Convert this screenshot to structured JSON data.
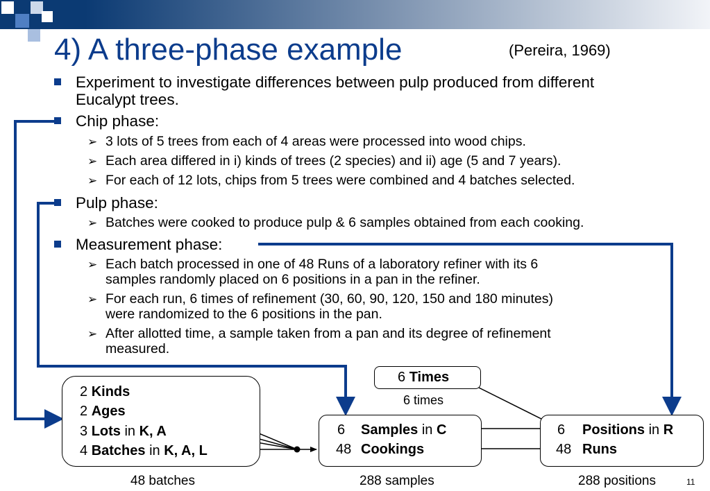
{
  "slide": {
    "title": "4) A three-phase example",
    "citation": "(Pereira, 1969)",
    "page_number": "11"
  },
  "bullets": {
    "experiment_line1": "Experiment to investigate differences between pulp produced from different",
    "experiment_line2": "Eucalypt trees.",
    "chip_phase": {
      "label": "Chip phase:",
      "items": [
        "3 lots of 5 trees from each of 4 areas were processed into wood chips.",
        "Each area differed in i) kinds of trees (2 species) and ii) age (5 and 7 years).",
        "For each of 12 lots, chips from 5 trees were combined and 4 batches selected."
      ]
    },
    "pulp_phase": {
      "label": "Pulp phase:",
      "items": [
        "Batches were cooked to produce pulp & 6 samples obtained from each cooking."
      ]
    },
    "measurement_phase": {
      "label": "Measurement phase:",
      "items": [
        {
          "line1": "Each batch processed in one of 48 Runs of a laboratory refiner with its 6",
          "line2": "samples randomly placed on 6 positions in a pan in the refiner."
        },
        {
          "line1": "For each run, 6 times of refinement (30, 60, 90, 120, 150 and 180 minutes)",
          "line2": "were randomized to the 6 positions in the pan."
        },
        {
          "line1": "After allotted time, a sample taken from a pan and its degree of refinement",
          "line2": "measured."
        }
      ]
    }
  },
  "diagram": {
    "times_box": {
      "count": "6",
      "factor": "Times",
      "caption": "6 times"
    },
    "batches_box": {
      "rows": [
        {
          "count": "2",
          "factor": "Kinds",
          "in_word": "",
          "nest": ""
        },
        {
          "count": "2",
          "factor": "Ages",
          "in_word": "",
          "nest": ""
        },
        {
          "count": "3",
          "factor": "Lots",
          "in_word": "in",
          "nest": "K, A"
        },
        {
          "count": "4",
          "factor": "Batches",
          "in_word": "in",
          "nest": "K, A, L"
        }
      ],
      "caption": "48 batches"
    },
    "samples_box": {
      "rows": [
        {
          "count": "6",
          "factor": "Samples",
          "in_word": "in",
          "nest": "C"
        },
        {
          "count": "48",
          "factor": "Cookings",
          "in_word": "",
          "nest": ""
        }
      ],
      "caption": "288 samples"
    },
    "positions_box": {
      "rows": [
        {
          "count": "6",
          "factor": "Positions",
          "in_word": "in",
          "nest": "R"
        },
        {
          "count": "48",
          "factor": "Runs",
          "in_word": "",
          "nest": ""
        }
      ],
      "caption": "288 positions"
    },
    "colors": {
      "connector": "#0c3c8c",
      "title": "#0c3c8c",
      "bullet": "#0c3c8c"
    }
  }
}
